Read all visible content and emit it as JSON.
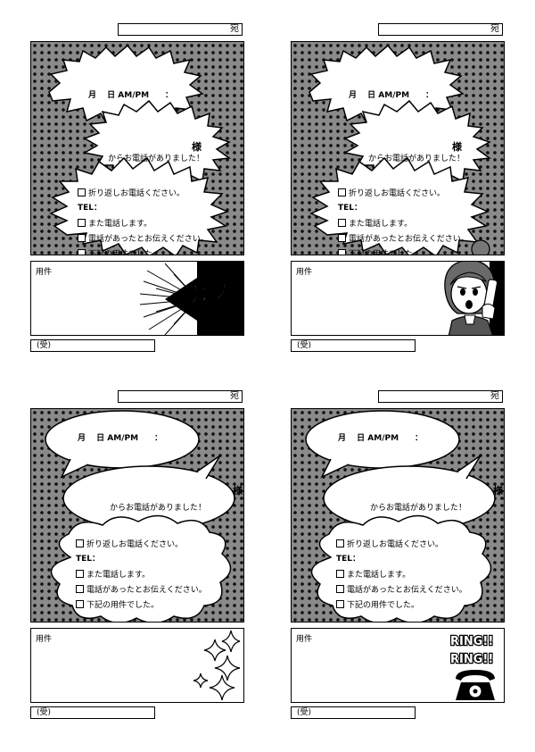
{
  "memo_form": {
    "to_suffix": "宛",
    "date_line": "月　 日 AM/PM　　：",
    "title_suffix": "様",
    "called_text": "からお電話がありました！",
    "options": [
      "折り返しお電話ください。",
      "また電話します。",
      "電話があったとお伝えください。",
      "下記の用件でした。"
    ],
    "tel_label": "TEL：",
    "request_label": "用件",
    "received_label": "(受)"
  },
  "memos": [
    {
      "style": "spiky",
      "decoration": "katakana-sfx",
      "sfx_text": "カッ"
    },
    {
      "style": "spiky",
      "decoration": "girl-on-phone"
    },
    {
      "style": "round",
      "decoration": "sparkles"
    },
    {
      "style": "round",
      "decoration": "ring-phone",
      "ring_text": [
        "RING!!",
        "RING!!"
      ]
    }
  ],
  "colors": {
    "ink": "#000000",
    "screentone": "#8a8a8a",
    "paper": "#ffffff"
  }
}
